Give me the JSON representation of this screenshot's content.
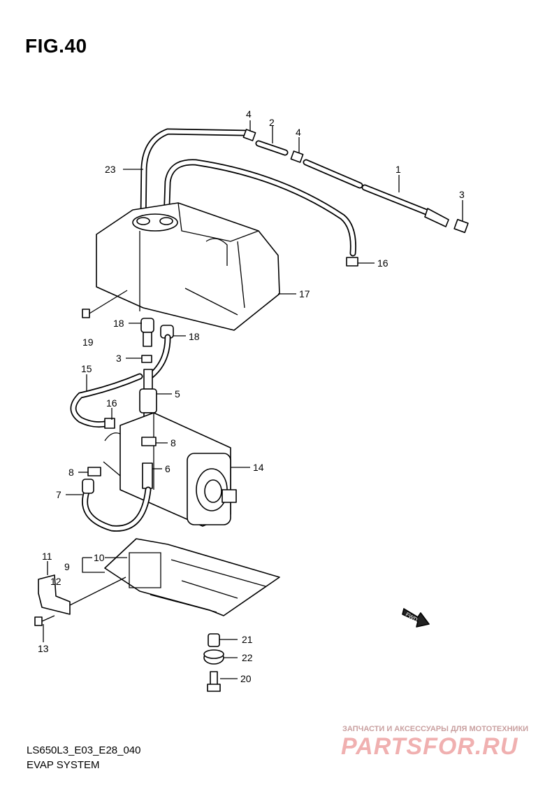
{
  "figure": {
    "title": "FIG.40",
    "code": "LS650L3_E03_E28_040",
    "name": "EVAP SYSTEM"
  },
  "fwd_label": "FWD",
  "watermark": {
    "line1": "ЗАПЧАСТИ И АКСЕССУАРЫ ДЛЯ МОТОТЕХНИКИ",
    "logo": "PARTSFOR.RU"
  },
  "callouts": [
    "4",
    "2",
    "4",
    "1",
    "3",
    "23",
    "16",
    "17",
    "18",
    "18",
    "19",
    "3",
    "15",
    "5",
    "16",
    "8",
    "14",
    "8",
    "6",
    "7",
    "11",
    "10",
    "9",
    "12",
    "13",
    "21",
    "22",
    "20"
  ]
}
